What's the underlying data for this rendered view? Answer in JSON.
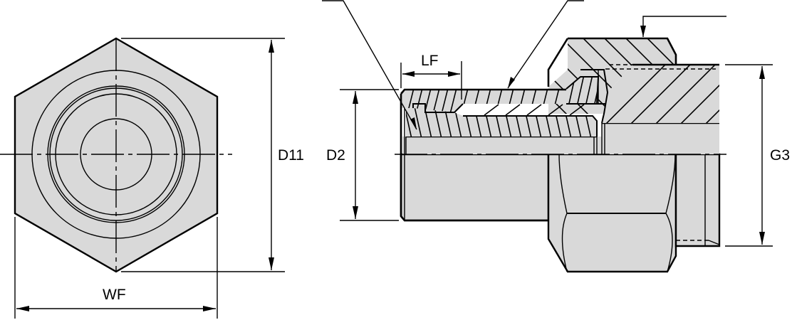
{
  "diagram": {
    "type": "technical-drawing",
    "subject": "hydraulic compression fitting with hex nut",
    "colors": {
      "body_fill": "#d9d9d9",
      "line": "#000000",
      "background": "#ffffff"
    },
    "views": [
      {
        "name": "end-view",
        "description": "hexagon nut end view with concentric circles"
      },
      {
        "name": "section-view",
        "description": "half-section side view of fitting"
      }
    ],
    "dimensions": {
      "wf": "WF",
      "d11": "D11",
      "d2": "D2",
      "lf": "LF",
      "g3": "G3"
    },
    "leaders": [
      {
        "name": "leader-ferrule-tip",
        "label": ""
      },
      {
        "name": "leader-tube-surface",
        "label": ""
      },
      {
        "name": "leader-nut-top",
        "label": ""
      }
    ]
  }
}
